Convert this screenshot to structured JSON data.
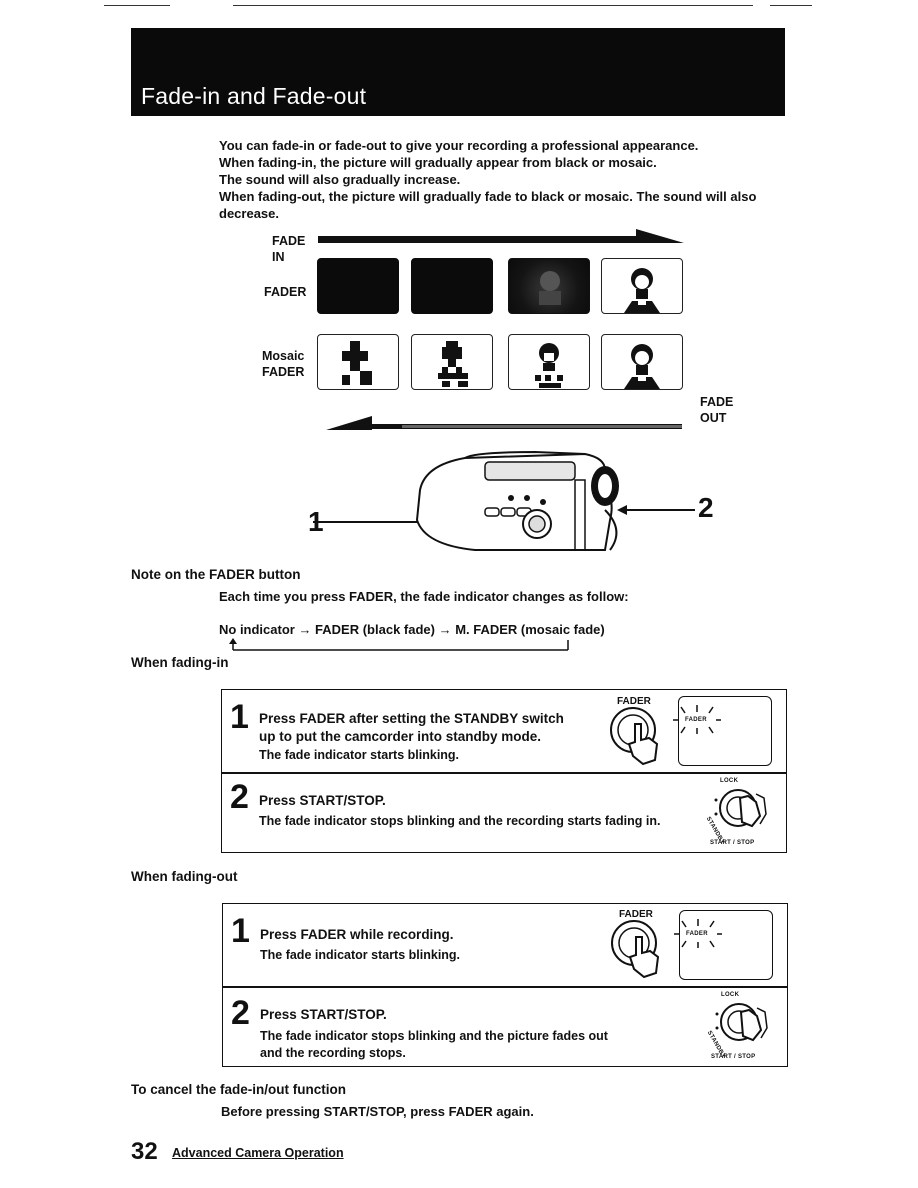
{
  "header": {
    "title": "Fade-in and Fade-out"
  },
  "intro": {
    "lines": [
      "You can fade-in or fade-out to give your recording a professional appearance.",
      "When fading-in, the picture will gradually appear from black or mosaic.",
      "The sound will also gradually increase.",
      "When fading-out, the picture will gradually fade to black or mosaic. The sound will also",
      "decrease."
    ]
  },
  "diagram": {
    "fade_in_label_1": "FADE",
    "fade_in_label_2": "IN",
    "fader_row_label": "FADER",
    "mosaic_row_label_1": "Mosaic",
    "mosaic_row_label_2": "FADER",
    "fade_out_label_1": "FADE",
    "fade_out_label_2": "OUT",
    "callout_1": "1",
    "callout_2": "2"
  },
  "note": {
    "heading": "Note on the FADER button",
    "text": "Each time you press FADER, the fade indicator changes as follow:",
    "sequence": "No indicator → FADER (black fade) → M. FADER (mosaic fade)"
  },
  "fading_in": {
    "heading": "When fading-in",
    "step1": {
      "num": "1",
      "title_line1": "Press FADER after setting the STANDBY switch",
      "title_line2": "up to put the camcorder into standby mode.",
      "sub": "The fade indicator starts blinking.",
      "button_label": "FADER",
      "indicator_text": "FADER"
    },
    "step2": {
      "num": "2",
      "title": "Press START/STOP.",
      "sub": "The fade indicator stops blinking and the recording starts fading in.",
      "dial_label": "START / STOP",
      "lock_label": "LOCK",
      "standby_label": "STANDBY"
    }
  },
  "fading_out": {
    "heading": "When fading-out",
    "step1": {
      "num": "1",
      "title": "Press FADER while recording.",
      "sub": "The fade indicator starts blinking.",
      "button_label": "FADER",
      "indicator_text": "FADER"
    },
    "step2": {
      "num": "2",
      "title": "Press START/STOP.",
      "sub_line1": "The fade indicator stops blinking and the picture fades out",
      "sub_line2": "and the recording stops.",
      "dial_label": "START / STOP",
      "lock_label": "LOCK",
      "standby_label": "STANDBY"
    }
  },
  "cancel": {
    "heading": "To cancel the fade-in/out function",
    "text": "Before pressing START/STOP, press FADER again."
  },
  "footer": {
    "page_number": "32",
    "section": "Advanced Camera Operation"
  }
}
